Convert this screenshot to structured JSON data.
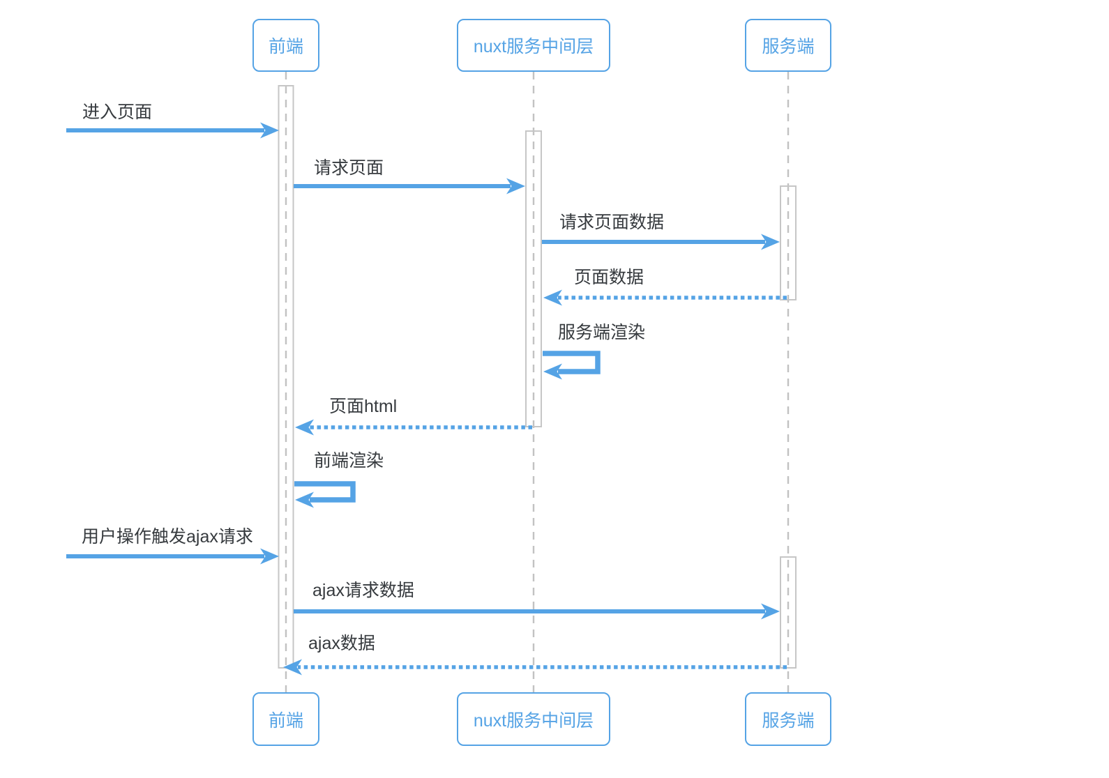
{
  "diagram_type": "sequence-diagram",
  "actors": [
    {
      "label": "前端"
    },
    {
      "label": "nuxt服务中间层"
    },
    {
      "label": "服务端"
    }
  ],
  "messages": [
    {
      "label": "进入页面",
      "from": "external",
      "to": "前端",
      "line": "solid"
    },
    {
      "label": "请求页面",
      "from": "前端",
      "to": "nuxt服务中间层",
      "line": "solid"
    },
    {
      "label": "请求页面数据",
      "from": "nuxt服务中间层",
      "to": "服务端",
      "line": "solid"
    },
    {
      "label": "页面数据",
      "from": "服务端",
      "to": "nuxt服务中间层",
      "line": "dotted"
    },
    {
      "label": "服务端渲染",
      "from": "nuxt服务中间层",
      "to": "nuxt服务中间层",
      "line": "self"
    },
    {
      "label": "页面html",
      "from": "nuxt服务中间层",
      "to": "前端",
      "line": "dotted"
    },
    {
      "label": "前端渲染",
      "from": "前端",
      "to": "前端",
      "line": "self"
    },
    {
      "label": "用户操作触发ajax请求",
      "from": "external",
      "to": "前端",
      "line": "solid"
    },
    {
      "label": "ajax请求数据",
      "from": "前端",
      "to": "服务端",
      "line": "solid"
    },
    {
      "label": "ajax数据",
      "from": "服务端",
      "to": "前端",
      "line": "dotted"
    }
  ],
  "colors": {
    "accent": "#55A3E5",
    "lifeline": "#C2C2C2",
    "activation_border": "#C6C6C6",
    "message_text": "#363A3E"
  }
}
